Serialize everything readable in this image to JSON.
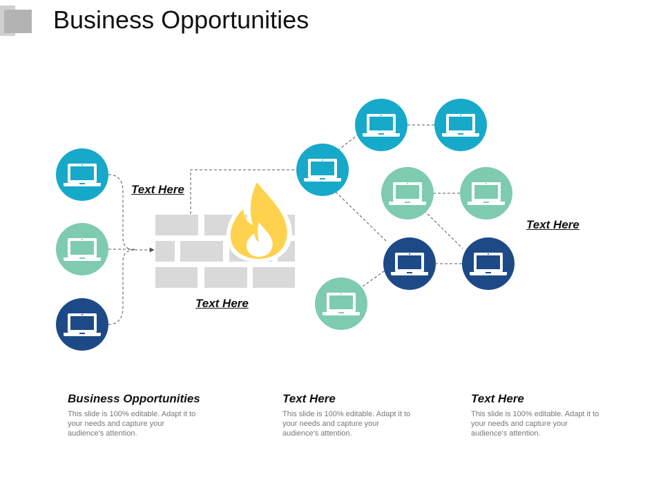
{
  "slide": {
    "title": "Business Opportunities"
  },
  "colors": {
    "teal": "#17a9c9",
    "mint": "#7ecbb0",
    "navy": "#1d4a86",
    "brick": "#d9d9d9",
    "flame": "#ffd24d",
    "corner": "#b3b3b3"
  },
  "icons": {
    "node": "laptop-icon",
    "center": "flame-icon",
    "wall": "brick-wall-icon"
  },
  "labels": {
    "top_left": "Text Here",
    "center_bottom": "Text Here",
    "right": "Text Here"
  },
  "columns": [
    {
      "heading": "Business Opportunities",
      "body": "This slide is 100% editable. Adapt it to your needs and capture your audience's attention."
    },
    {
      "heading": "Text Here",
      "body": "This slide is 100% editable. Adapt it to your needs and capture your audience's attention."
    },
    {
      "heading": "Text Here",
      "body": "This slide is 100% editable. Adapt it to your needs and capture your audience's attention."
    }
  ]
}
